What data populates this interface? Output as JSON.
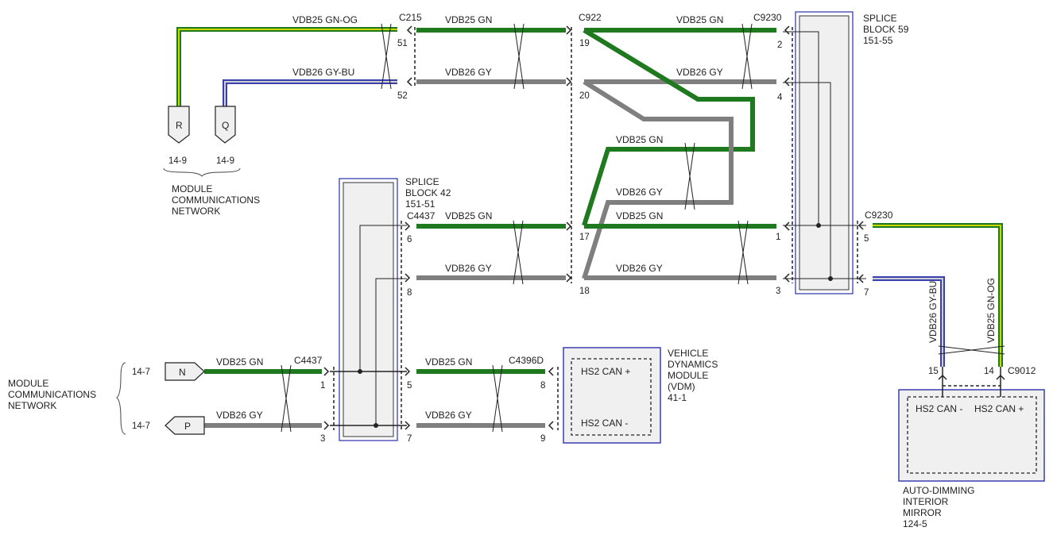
{
  "colors": {
    "green": "#1f7a1f",
    "green_tracer": "#c8d800",
    "gray": "#7f7f7f",
    "blue": "#3a3fb0",
    "block_border": "#3a3fb0",
    "block_fill": "#f0f0f0"
  },
  "wire_labels": {
    "top_gnog": "VDB25  GN-OG",
    "top_gybu": "VDB26  GY-BU",
    "c215_gn": "VDB25  GN",
    "c215_gy": "VDB26  GY",
    "c922_gn": "VDB25  GN",
    "c922_gy": "VDB26  GY",
    "mid_gn1": "VDB25  GN",
    "mid_gy1": "VDB26  GY",
    "mid_gn2": "VDB25  GN",
    "mid_gy2": "VDB26  GY",
    "sb42_gn": "VDB25  GN",
    "sb42_gy": "VDB26  GY",
    "left_gn": "VDB25  GN",
    "left_gy": "VDB26  GY",
    "vdm_gn": "VDB25  GN",
    "vdm_gy": "VDB26  GY",
    "mirror_gybu": "VDB26   GY-BU",
    "mirror_gnog": "VDB25   GN-OG"
  },
  "connectors": {
    "c215": "C215",
    "c922": "C922",
    "c9230_top": "C9230",
    "c9230_right": "C9230",
    "c4437_top": "C4437",
    "c4437_left": "C4437",
    "c4396d": "C4396D",
    "c9012": "C9012"
  },
  "pins": {
    "p51": "51",
    "p52": "52",
    "p19": "19",
    "p20": "20",
    "p2": "2",
    "p4": "4",
    "p6": "6",
    "p8": "8",
    "p17": "17",
    "p18": "18",
    "p1r": "1",
    "p3r": "3",
    "p5r": "5",
    "p7r": "7",
    "p1l": "1",
    "p3l": "3",
    "p5m": "5",
    "p7m": "7",
    "p8v": "8",
    "p9v": "9",
    "p15": "15",
    "p14": "14"
  },
  "splice59": {
    "title_1": "SPLICE",
    "title_2": "BLOCK 59",
    "ref": "151-55"
  },
  "splice42": {
    "title_1": "SPLICE",
    "title_2": "BLOCK 42",
    "ref": "151-51"
  },
  "vdm": {
    "name_1": "VEHICLE",
    "name_2": "DYNAMICS",
    "name_3": "MODULE",
    "name_4": "(VDM)",
    "ref": "41-1",
    "pin_plus": "HS2 CAN +",
    "pin_minus": "HS2 CAN -"
  },
  "mirror": {
    "name_1": "AUTO-DIMMING",
    "name_2": "INTERIOR",
    "name_3": "MIRROR",
    "ref": "124-5",
    "pin_minus": "HS2 CAN -",
    "pin_plus": "HS2 CAN +"
  },
  "top_network": {
    "r_letter": "R",
    "q_letter": "Q",
    "r_ref": "14-9",
    "q_ref": "14-9",
    "line1": "MODULE",
    "line2": "COMMUNICATIONS",
    "line3": "NETWORK"
  },
  "left_network": {
    "n_letter": "N",
    "p_letter": "P",
    "n_ref": "14-7",
    "p_ref": "14-7",
    "line1": "MODULE",
    "line2": "COMMUNICATIONS",
    "line3": "NETWORK"
  }
}
